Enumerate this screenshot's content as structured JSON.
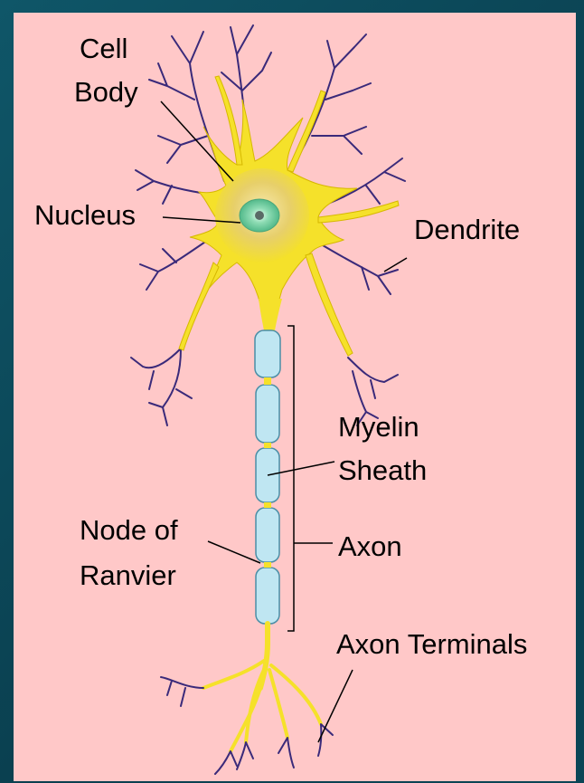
{
  "labels": {
    "cell_body_1": "Cell",
    "cell_body_2": "Body",
    "nucleus": "Nucleus",
    "dendrite": "Dendrite",
    "myelin_1": "Myelin",
    "myelin_2": "Sheath",
    "node_1": "Node of",
    "node_2": "Ranvier",
    "axon": "Axon",
    "axon_terminals": "Axon Terminals"
  },
  "colors": {
    "background": "#ffc8c8",
    "frame": "#0c4a5c",
    "cell": "#f5e12a",
    "cell_core": "#e8c95a",
    "nucleus": "#7fd3a8",
    "dendrite_tip": "#3a2a7a",
    "myelin": "#bfe6f2",
    "myelin_stroke": "#4a8ea6"
  }
}
